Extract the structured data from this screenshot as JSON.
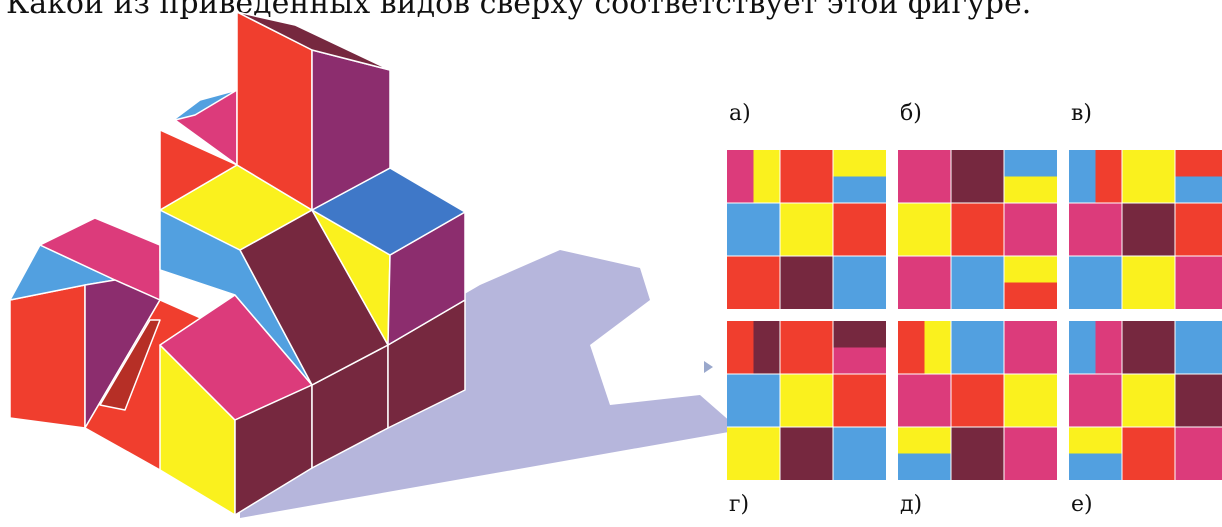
{
  "question": "Какой из приведенных видов сверху соответствует этой фигуре.",
  "colors": {
    "red": "#f03e2e",
    "yellow": "#faf11e",
    "blue": "#52a0e0",
    "pink": "#dc3b7b",
    "maroon": "#76283f",
    "purple": "#8c2d6e",
    "shadow": "#b6b6dc"
  },
  "options": [
    {
      "label": "а)",
      "grid": [
        [
          "pink-yellow",
          "red",
          "yellow-blue"
        ],
        [
          "blue",
          "yellow",
          "red"
        ],
        [
          "red",
          "maroon",
          "blue"
        ]
      ]
    },
    {
      "label": "б)",
      "grid": [
        [
          "pink",
          "maroon",
          "blue-yellow"
        ],
        [
          "yellow",
          "red",
          "pink"
        ],
        [
          "pink",
          "blue",
          "yellow-red"
        ]
      ]
    },
    {
      "label": "в)",
      "grid": [
        [
          "blue-red",
          "yellow",
          "red-blue"
        ],
        [
          "pink",
          "maroon",
          "red"
        ],
        [
          "blue",
          "yellow",
          "pink"
        ]
      ]
    },
    {
      "label": "г)",
      "grid": [
        [
          "red-maroon",
          "red",
          "maroon-pink"
        ],
        [
          "blue",
          "yellow",
          "red"
        ],
        [
          "yellow",
          "maroon",
          "blue"
        ]
      ]
    },
    {
      "label": "д)",
      "grid": [
        [
          "red-yellow",
          "blue",
          "pink"
        ],
        [
          "pink",
          "red",
          "yellow"
        ],
        [
          "yellow-blue",
          "maroon",
          "pink"
        ]
      ]
    },
    {
      "label": "е)",
      "grid": [
        [
          "blue-pink",
          "maroon",
          "blue"
        ],
        [
          "pink",
          "yellow",
          "maroon"
        ],
        [
          "yellow-blue",
          "red",
          "pink"
        ]
      ]
    }
  ]
}
